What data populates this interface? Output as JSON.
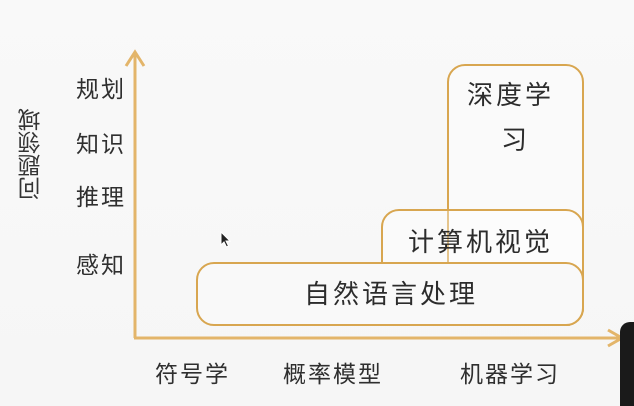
{
  "diagram": {
    "y_axis_title": "问题领域",
    "y_levels": [
      "规划",
      "知识",
      "推理",
      "感知"
    ],
    "x_levels": [
      "符号学",
      "概率模型",
      "机器学习"
    ],
    "boxes": [
      {
        "label": "自然语言处理"
      },
      {
        "label": "计算机视觉"
      },
      {
        "label_line1": "深度学",
        "label_line2": "习"
      }
    ]
  },
  "colors": {
    "axis": "#e3b56a",
    "box_border": "#d8a650",
    "text": "#2f2f2f"
  }
}
